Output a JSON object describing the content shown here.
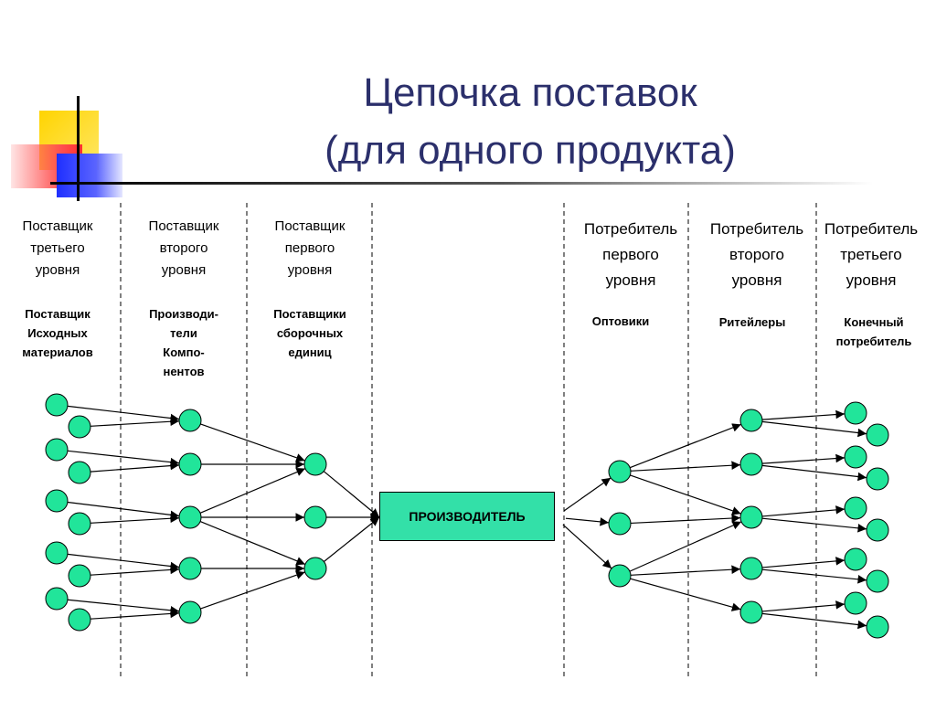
{
  "title_line1": "Цепочка поставок",
  "title_line2": "(для одного продукта)",
  "columns": [
    {
      "head": [
        "Поставщик",
        "третьего",
        "уровня"
      ],
      "sub": [
        "Поставщик",
        "Исходных",
        "материалов"
      ]
    },
    {
      "head": [
        "Поставщик",
        "второго",
        "уровня"
      ],
      "sub": [
        "Производи-",
        "тели",
        "Компо-",
        "нентов"
      ]
    },
    {
      "head": [
        "Поставщик",
        "первого",
        "уровня"
      ],
      "sub": [
        "Поставщики",
        "сборочных",
        "единиц"
      ]
    },
    {
      "head": [
        "Потребитель",
        "первого",
        "уровня"
      ],
      "sub": [
        "Оптовики"
      ]
    },
    {
      "head": [
        "Потребитель",
        "второго",
        "уровня"
      ],
      "sub": [
        "Ритейлеры"
      ]
    },
    {
      "head": [
        "Потребитель",
        "третьего",
        "уровня"
      ],
      "sub": [
        "Конечный",
        "потребитель"
      ]
    }
  ],
  "producer_label": "ПРОИЗВОДИТЕЛЬ",
  "colors": {
    "node": "#21e59a",
    "producer": "#33e0a8",
    "title": "#2b2f6b"
  }
}
